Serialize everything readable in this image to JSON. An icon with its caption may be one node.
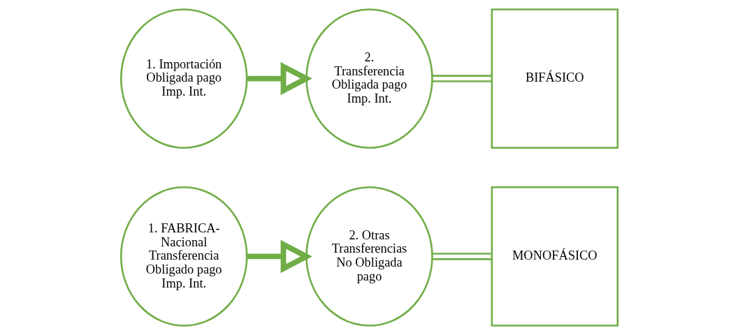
{
  "diagram": {
    "nodes": [
      {
        "text": [
          "1. Importación Obligada pago Imp. Int."
        ]
      },
      {
        "text": [
          "2. Transferencia Obligada pago Imp. Int."
        ]
      },
      {
        "text": [
          "BIFÁSICO"
        ]
      },
      {
        "text": [
          "1. FABRICA- Nacional Transferencia Obligado pago Imp. Int."
        ]
      },
      {
        "text": [
          "2. Otras Transferencias No Obligada pago"
        ]
      },
      {
        "text": [
          "MONOFÁSICO"
        ]
      }
    ],
    "edges": [
      {
        "from": 0,
        "to": 1,
        "arrow": "to",
        "style": "thick"
      },
      {
        "from": 1,
        "to": 2,
        "arrow": "none"
      },
      {
        "from": 3,
        "to": 4,
        "arrow": "to",
        "style": "thick"
      },
      {
        "from": 4,
        "to": 5,
        "arrow": "none"
      }
    ]
  }
}
